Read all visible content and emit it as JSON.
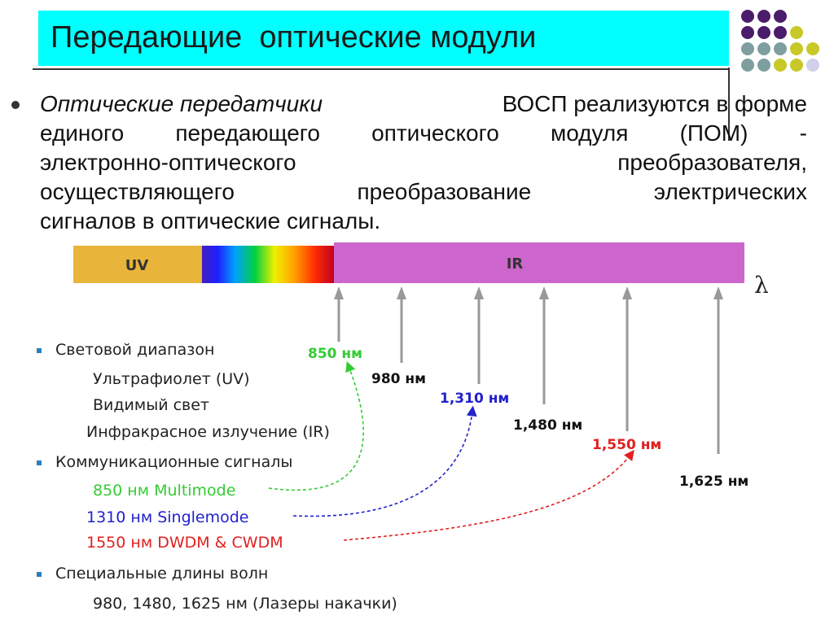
{
  "title": "Передающие  оптические модули",
  "paragraph": {
    "lines": [
      [
        "Оптические передатчики",
        "ВОСП реализуются в форме"
      ],
      [
        "единого",
        "передающего",
        "оптического",
        "модуля",
        "(ПОМ)",
        "-"
      ],
      [
        "электронно-оптического",
        "преобразователя,"
      ],
      [
        "осуществляющего",
        "преобразование",
        "электрических"
      ],
      [
        "сигналов в оптические сигналы."
      ]
    ]
  },
  "spectrum": {
    "uv_label": "UV",
    "ir_label": "IR",
    "lambda_symbol": "λ",
    "colors": {
      "uv": "#e8b53a",
      "ir": "#cc66cc"
    }
  },
  "wavelengths": [
    {
      "label": "850 нм",
      "color": "#33cc33"
    },
    {
      "label": "980 нм",
      "color": "#111111"
    },
    {
      "label": "1,310 нм",
      "color": "#2222cc"
    },
    {
      "label": "1,480 нм",
      "color": "#111111"
    },
    {
      "label": "1,550 нм",
      "color": "#e02020"
    },
    {
      "label": "1,625 нм",
      "color": "#111111"
    }
  ],
  "list": {
    "light_range": "Световой диапазон",
    "uv": "Ультрафиолет (UV)",
    "visible": "Видимый свет",
    "ir": "Инфракрасное излучение  (IR)",
    "comm_signals": "Коммуникационные сигналы",
    "mm": "850 нм Multimode",
    "sm": "1310 нм Singlemode",
    "dwdm": "1550 нм DWDM & CWDM",
    "special": "Специальные длины волн",
    "pump": "980, 1480, 1625 нм (Лазеры накачки)"
  },
  "decor_colors": [
    "#4b1c6b",
    "#7f9ea0",
    "#c8c828",
    "#d0d0e8"
  ]
}
